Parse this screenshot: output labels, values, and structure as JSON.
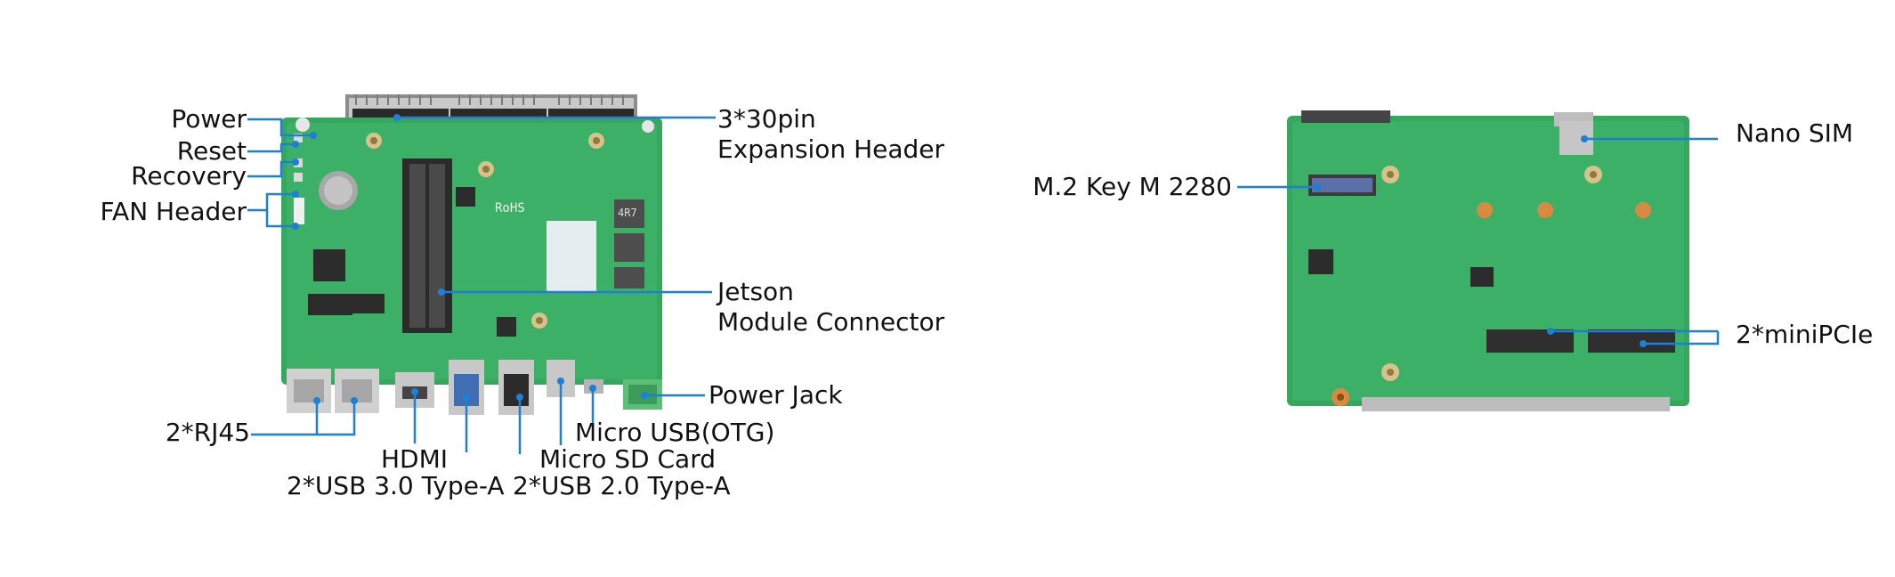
{
  "accent": "#1d7fd6",
  "board_color": "#35a85e",
  "front": {
    "labels": {
      "power": "Power",
      "reset": "Reset",
      "recovery": "Recovery",
      "fan": "FAN Header",
      "rj45": "2*RJ45",
      "hdmi": "HDMI",
      "usb30": "2*USB 3.0 Type-A",
      "expansion_1": "3*30pin",
      "expansion_2": "Expansion Header",
      "jetson_1": "Jetson",
      "jetson_2": "Module Connector",
      "power_jack": "Power Jack",
      "micro_usb": "Micro USB(OTG)",
      "micro_sd": "Micro SD Card",
      "usb20": "2*USB 2.0 Type-A"
    },
    "silkscreen": "RoHS",
    "inductor_mark": "4R7"
  },
  "back": {
    "labels": {
      "nano_sim": "Nano SIM",
      "m2": "M.2 Key M 2280",
      "minipcie": "2*miniPCIe"
    }
  }
}
